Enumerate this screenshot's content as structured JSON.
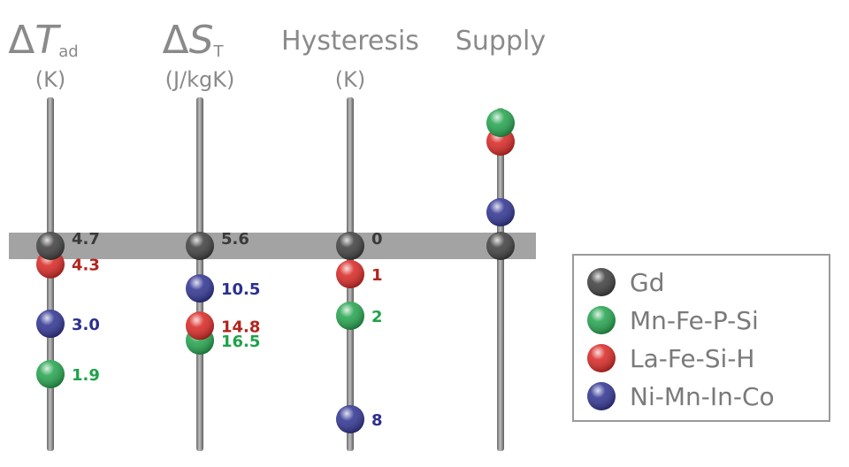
{
  "chart_data": {
    "type": "scatter",
    "headers": [
      {
        "symbol": "Δ",
        "italic": "T",
        "sub": "ad",
        "unit": "(K)"
      },
      {
        "symbol": "Δ",
        "italic": "S",
        "sub": "T",
        "unit": "(J/kgK)"
      },
      {
        "symbol": "",
        "italic": "",
        "sub": "",
        "unit": "(K)",
        "name": "Hysteresis"
      },
      {
        "symbol": "",
        "italic": "",
        "sub": "",
        "unit": "",
        "name": "Supply"
      }
    ],
    "series": [
      {
        "name": "Gd",
        "color": "#3a3a3a"
      },
      {
        "name": "Mn-Fe-P-Si",
        "color": "#1fa24a"
      },
      {
        "name": "La-Fe-Si-H",
        "color": "#d8231f"
      },
      {
        "name": "Ni-Mn-In-Co",
        "color": "#2b2f8f"
      }
    ],
    "axes": [
      {
        "points": [
          {
            "series": "Gd",
            "value": 4.7,
            "label": "4.7"
          },
          {
            "series": "La-Fe-Si-H",
            "value": 4.3,
            "label": "4.3"
          },
          {
            "series": "Ni-Mn-In-Co",
            "value": 3.0,
            "label": "3.0"
          },
          {
            "series": "Mn-Fe-P-Si",
            "value": 1.9,
            "label": "1.9"
          }
        ]
      },
      {
        "points": [
          {
            "series": "Mn-Fe-P-Si",
            "value": 16.5,
            "label": "16.5"
          },
          {
            "series": "La-Fe-Si-H",
            "value": 14.8,
            "label": "14.8"
          },
          {
            "series": "Ni-Mn-In-Co",
            "value": 10.5,
            "label": "10.5"
          },
          {
            "series": "Gd",
            "value": 5.6,
            "label": "5.6"
          }
        ]
      },
      {
        "points": [
          {
            "series": "Gd",
            "value": 0,
            "label": "0"
          },
          {
            "series": "La-Fe-Si-H",
            "value": 1,
            "label": "1"
          },
          {
            "series": "Mn-Fe-P-Si",
            "value": 2,
            "label": "2"
          },
          {
            "series": "Ni-Mn-In-Co",
            "value": 8,
            "label": "8"
          }
        ]
      },
      {
        "points": [
          {
            "series": "Mn-Fe-P-Si",
            "value": null,
            "label": ""
          },
          {
            "series": "La-Fe-Si-H",
            "value": null,
            "label": ""
          },
          {
            "series": "Ni-Mn-In-Co",
            "value": null,
            "label": ""
          },
          {
            "series": "Gd",
            "value": null,
            "label": ""
          }
        ]
      }
    ]
  }
}
